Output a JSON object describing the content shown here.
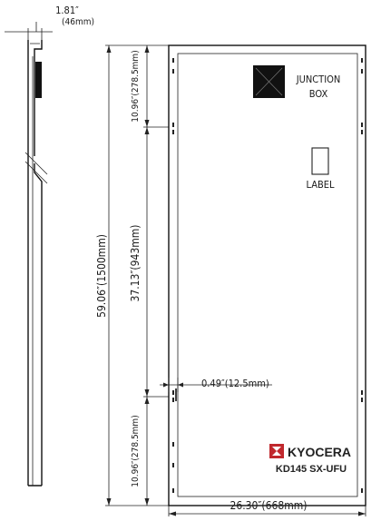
{
  "side_view": {
    "thickness_in": "1.81″",
    "thickness_mm": "(46mm)"
  },
  "dimensions": {
    "overall_height": "59.06″(1500mm)",
    "top_segment": "10.96″(278.5mm)",
    "middle_segment": "37.13″(943mm)",
    "bottom_segment": "10.96″(278.5mm)",
    "frame_width": "0.49″(12.5mm)",
    "overall_width": "26.30″(668mm)"
  },
  "panel": {
    "junction_box_line1": "JUNCTION",
    "junction_box_line2": "BOX",
    "label_text": "LABEL"
  },
  "brand": {
    "logo_text": "KYOCERA",
    "model": "KD145 SX-UFU",
    "color": "#c0282d"
  }
}
